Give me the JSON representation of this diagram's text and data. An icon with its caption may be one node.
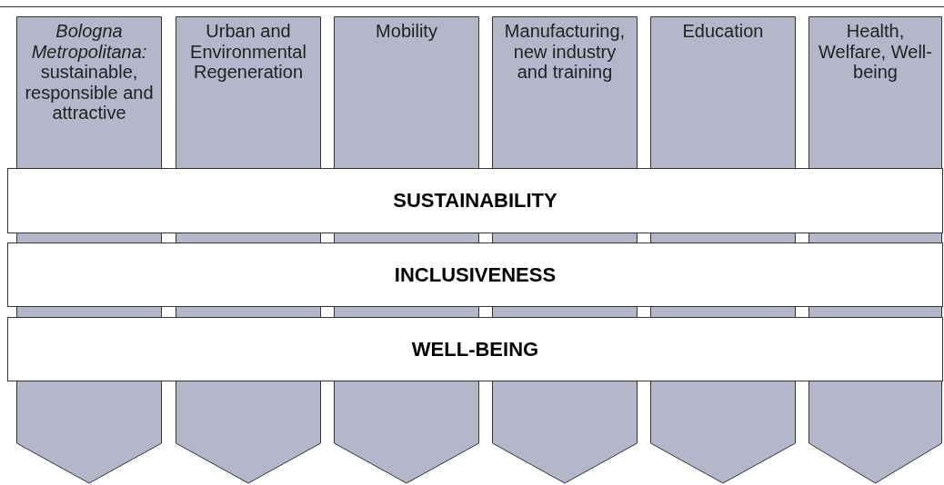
{
  "diagram": {
    "nodes": [
      {
        "text": [
          "*Bologna Metropolitana:* sustainable, responsible and attractive"
        ]
      },
      {
        "text": [
          "Urban and Environmental Regeneration"
        ]
      },
      {
        "text": [
          "Mobility"
        ]
      },
      {
        "text": [
          "Manufacturing, new industry and training"
        ]
      },
      {
        "text": [
          "Education"
        ]
      },
      {
        "text": [
          "Health, Welfare, Well-being"
        ]
      },
      {
        "text": [
          "SUSTAINABILITY"
        ]
      },
      {
        "text": [
          "INCLUSIVENESS"
        ]
      },
      {
        "text": [
          "WELL-BEING"
        ]
      }
    ]
  }
}
